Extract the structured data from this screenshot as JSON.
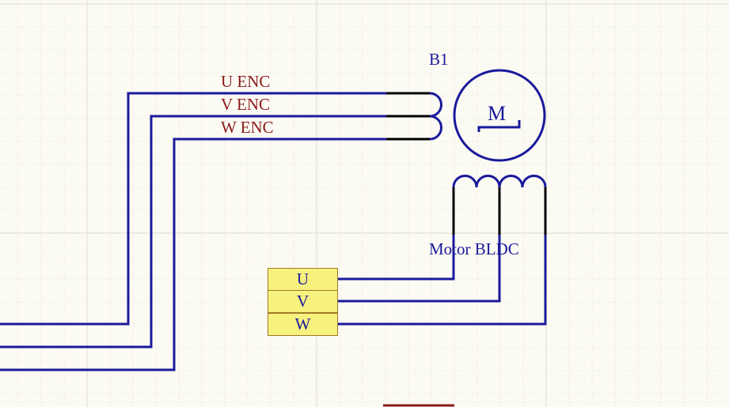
{
  "component": {
    "designator": "B1",
    "comment": "Motor BLDC",
    "symbol_letter": "M"
  },
  "net_labels": [
    "U_ENC",
    "V_ENC",
    "W_ENC"
  ],
  "ports": [
    "U",
    "V",
    "W"
  ],
  "colors": {
    "background": "#fbfaf3",
    "grid": "#e4e2d6",
    "wire": "#1a1a9c",
    "pin": "#000000",
    "net_label_text": "#8b1a1a",
    "port_fill": "#f7f17e",
    "port_border": "#a07a26"
  }
}
